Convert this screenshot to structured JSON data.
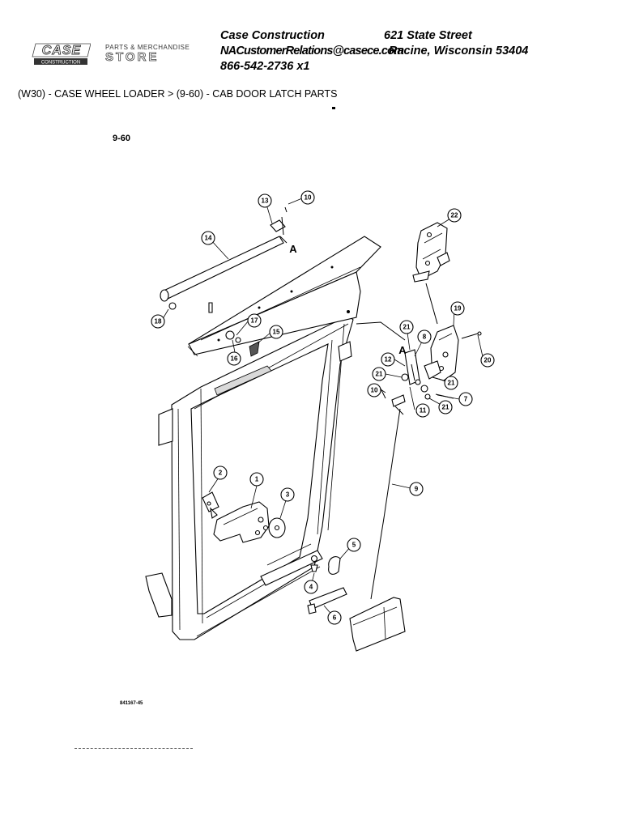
{
  "header": {
    "logo_text": "CASE",
    "logo_subtext": "CONSTRUCTION",
    "store_top": "PARTS & MERCHANDISE",
    "store_bottom": "STORE",
    "company": "Case Construction",
    "street": "621 State Street",
    "email": "NACustomerRelations@casece.com",
    "city": "Racine, Wisconsin 53404",
    "phone": "866-542-2736 x1"
  },
  "breadcrumb": "(W30) - CASE WHEEL LOADER > (9-60) - CAB DOOR LATCH PARTS",
  "page_number": "9-60",
  "drawing_number": "841167-45",
  "callouts": [
    "1",
    "2",
    "3",
    "4",
    "5",
    "6",
    "7",
    "8",
    "9",
    "10",
    "10",
    "11",
    "12",
    "13",
    "14",
    "15",
    "16",
    "17",
    "18",
    "19",
    "20",
    "21",
    "21",
    "21",
    "21",
    "22"
  ],
  "arrow_labels": [
    "A",
    "A"
  ]
}
